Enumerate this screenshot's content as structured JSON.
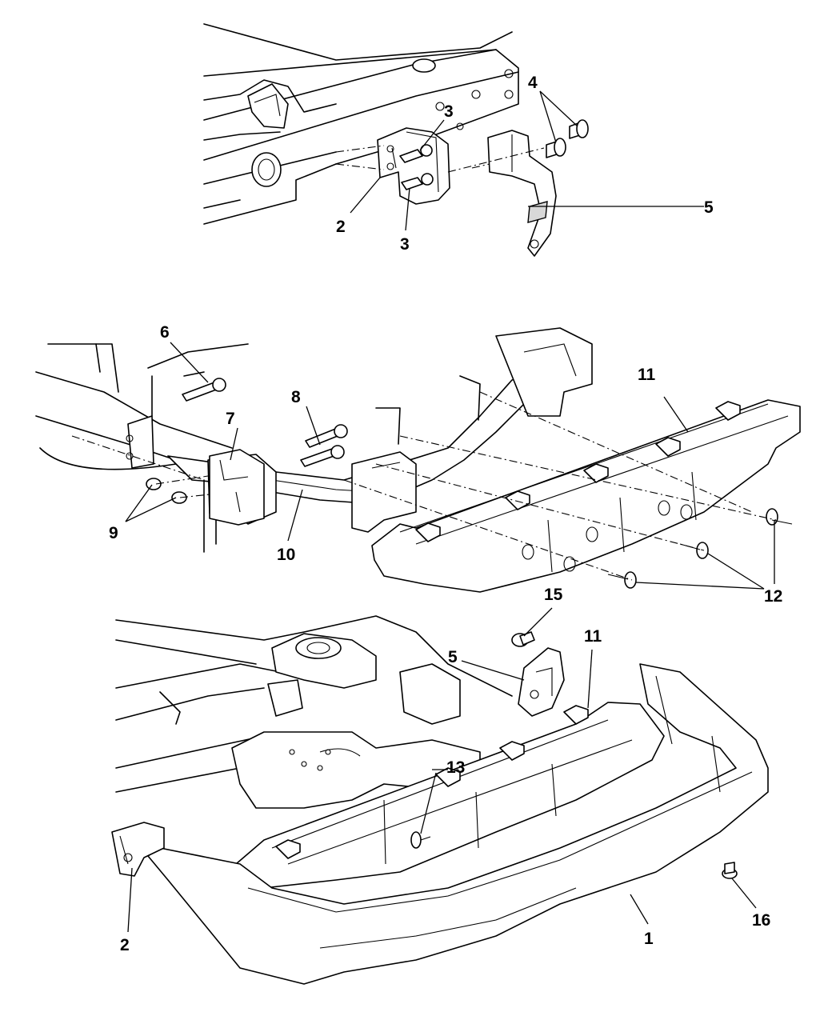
{
  "callouts": [
    {
      "id": "c1",
      "text": "1"
    },
    {
      "id": "c2a",
      "text": "2"
    },
    {
      "id": "c2b",
      "text": "2"
    },
    {
      "id": "c3a",
      "text": "3"
    },
    {
      "id": "c3b",
      "text": "3"
    },
    {
      "id": "c4",
      "text": "4"
    },
    {
      "id": "c5a",
      "text": "5"
    },
    {
      "id": "c5b",
      "text": "5"
    },
    {
      "id": "c6",
      "text": "6"
    },
    {
      "id": "c7",
      "text": "7"
    },
    {
      "id": "c8",
      "text": "8"
    },
    {
      "id": "c9",
      "text": "9"
    },
    {
      "id": "c10",
      "text": "10"
    },
    {
      "id": "c11a",
      "text": "11"
    },
    {
      "id": "c11b",
      "text": "11"
    },
    {
      "id": "c12",
      "text": "12"
    },
    {
      "id": "c13",
      "text": "13"
    },
    {
      "id": "c15",
      "text": "15"
    },
    {
      "id": "c16",
      "text": "16"
    }
  ]
}
